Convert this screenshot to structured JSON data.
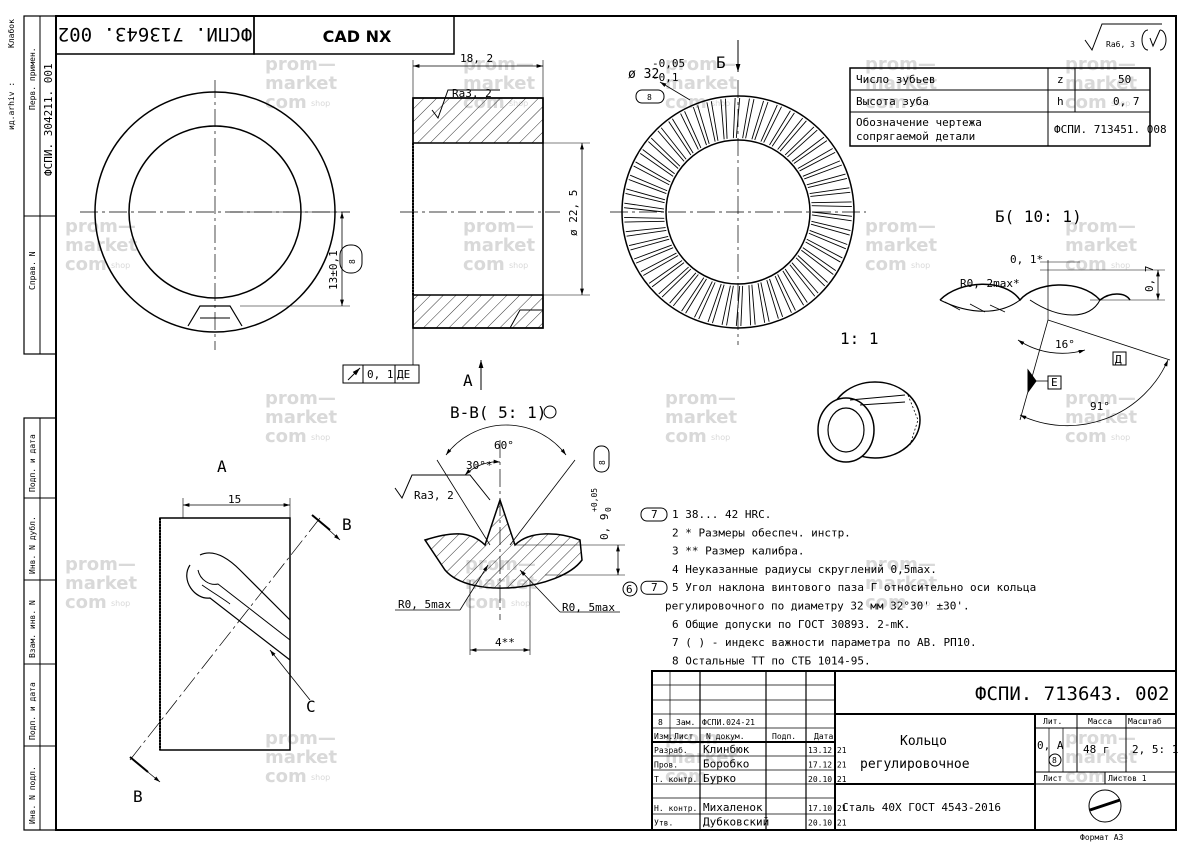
{
  "header": {
    "code_mirrored": "ФСПИ. 713643. 002",
    "cad_label": "CAD NX"
  },
  "left_strip": {
    "archive_label": "Клабок",
    "archive_no": "ид.arhiv :",
    "first_use_label": "Перв. примен.",
    "first_use_value": "ФСПИ. 304211. 001",
    "ref_label": "Справ. N",
    "sign_date_1": "Подп. и дата",
    "dup_inv": "Инв. N дубл.",
    "replace_inv": "Взам. инв. N",
    "sign_date_2": "Подп. и дата",
    "orig_inv": "Инв. N подл."
  },
  "roughness": {
    "general": "Ra6, 3",
    "bore": "Ra3, 2",
    "section": "Ra3, 2"
  },
  "dimensions": {
    "width": "18, 2",
    "bore_dia": "ø 22, 5",
    "teeth_dia": "ø 32",
    "teeth_tol_upper": "-0,05",
    "teeth_tol_lower": "-0,1",
    "height": "13±0,1",
    "runout": "0, 1",
    "runout_base": "ДЕ",
    "badge_8": "8",
    "view_a_width": "15",
    "section_angle": "60°",
    "section_angle_half": "30°*",
    "section_depth": "0, 9",
    "section_depth_tol_upper": "+0,05",
    "section_depth_tol_lower": "0",
    "section_r_left": "R0, 5max",
    "section_r_right": "R0, 5max",
    "section_width": "4**",
    "detail_gap": "0, 1*",
    "detail_r": "R0, 2max*",
    "detail_h": "0, 7",
    "detail_angle": "16°",
    "detail_angle2": "91°"
  },
  "views": {
    "a_arrow": "А",
    "b_arrow": "Б",
    "section_bb": "В-В( 5: 1)",
    "detail_b": "Б( 10: 1)",
    "view_a": "А",
    "cut_b_top": "В",
    "cut_b_bottom": "В",
    "scale_iso": "1: 1",
    "base_d": "Д",
    "base_e": "Е",
    "base_c": "С"
  },
  "params_table": {
    "rows": [
      {
        "label": "Число зубьев",
        "sym": "z",
        "value": "50"
      },
      {
        "label": "Высота зуба",
        "sym": "h",
        "value": "0, 7"
      },
      {
        "label": "Обозначение чертежа\nсопрягаемой детали",
        "sym": "",
        "value": "ФСПИ. 713451. 008"
      }
    ]
  },
  "notes": [
    {
      "badge": "7",
      "text": "1  38... 42 HRC."
    },
    {
      "badge": "",
      "text": "2 * Размеры обеспеч.  инстр."
    },
    {
      "badge": "",
      "text": "3 ** Размер калибра."
    },
    {
      "badge": "",
      "text": "4 Неуказанные радиусы скруглений 0,5max."
    },
    {
      "badge": "7",
      "text": "5 Угол наклона винтового паза Г относительно оси кольца"
    },
    {
      "badge": "",
      "text": "регулировочного по диаметру 32 мм 32°30' ±30'."
    },
    {
      "badge": "",
      "text": "6 Общие допуски по ГОСТ 30893. 2-mK."
    },
    {
      "badge": "",
      "text": "7 (    ) - индекс важности параметра по АВ. РП10."
    },
    {
      "badge": "",
      "text": "8 Остальные ТТ по СТБ 1014-95."
    }
  ],
  "note_marker": "6",
  "title_block": {
    "code": "ФСПИ. 713643. 002",
    "part_name_1": "Кольцо",
    "part_name_2": "регулировочное",
    "material": "Сталь 40Х ГОСТ 4543-2016",
    "rev": {
      "num": "8",
      "col": "Зам.",
      "doc": "ФСПИ.024-21"
    },
    "headers": [
      "Изм.",
      "Лист",
      "N докум.",
      "Подп.",
      "Дата"
    ],
    "people": [
      {
        "role": "Разраб.",
        "name": "Клинбюк",
        "date": "13.12.21"
      },
      {
        "role": "Пров.",
        "name": "Боробко",
        "date": "17.12.21"
      },
      {
        "role": "Т. контр.",
        "name": "Бурко",
        "date": "20.10.21"
      },
      {
        "role": "",
        "name": "",
        "date": ""
      },
      {
        "role": "Н. контр.",
        "name": "Михаленок",
        "date": "17.10.21"
      },
      {
        "role": "Утв.",
        "name": "Дубковский",
        "date": "20.10.21"
      }
    ],
    "lit_label": "Лит.",
    "mass_label": "Масса",
    "scale_label": "Масштаб",
    "lit_value": "0, А",
    "lit_badge": "8",
    "mass_value": "48 г",
    "scale_value": "2, 5: 1",
    "sheet_label": "Лист",
    "sheets_label": "Листов 1",
    "format": "Формат А3"
  },
  "watermark": {
    "line1": "prom—",
    "line2": "market",
    "line3": "com",
    "line4": "shop"
  }
}
